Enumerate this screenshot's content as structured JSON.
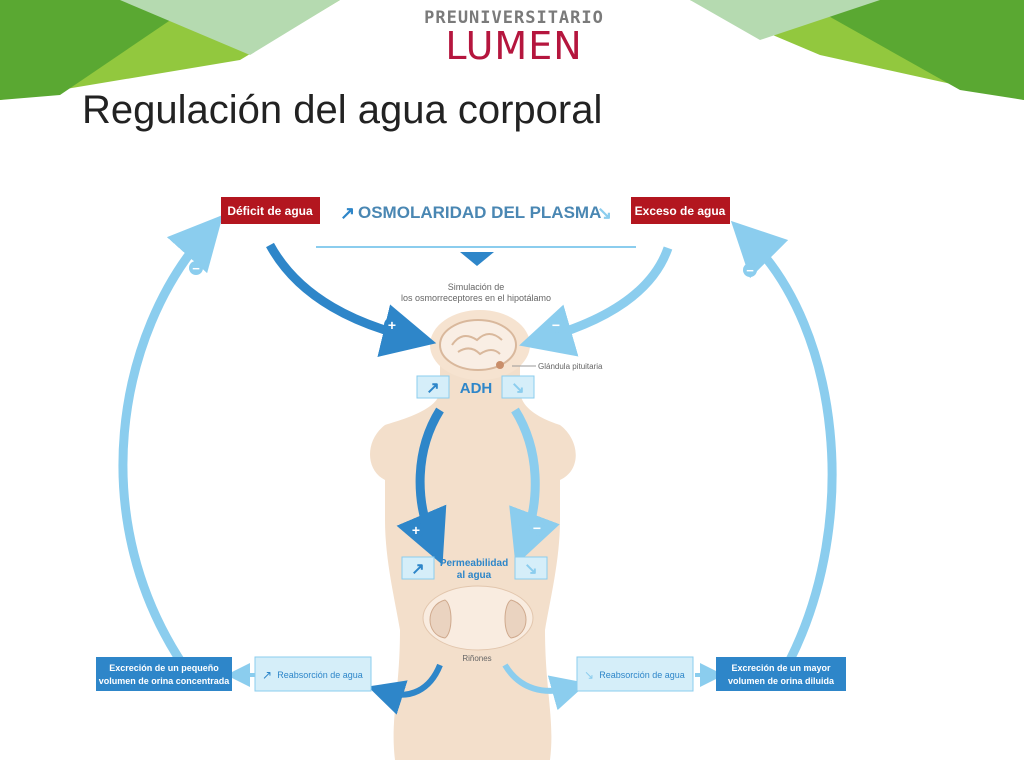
{
  "logo": {
    "top_text": "PREUNIVERSITARIO",
    "main_text": "LUMEN"
  },
  "slide": {
    "title": "Regulación del agua corporal"
  },
  "colors": {
    "banner_dark": "#4a9a2a",
    "banner_light": "#92c83e",
    "banner_pale": "#b5dab0",
    "brand_red": "#b5163e",
    "deficit_box": "#b3161f",
    "dark_blue": "#2e86c9",
    "light_blue": "#8bcdee",
    "pale_blue": "#d5eef9",
    "skin": "#f3dfcb"
  },
  "diagram": {
    "deficit": "Déficit de agua",
    "heading": "OSMOLARIDAD DEL PLASMA",
    "exceso": "Exceso de agua",
    "sim_line1": "Simulación de",
    "sim_line2": "los osmorreceptores en el hipotálamo",
    "pituitary": "Glándula pituitaria",
    "adh": "ADH",
    "perm_line1": "Permeabilidad",
    "perm_line2": "al agua",
    "kidneys": "Riñones",
    "reab_left": "Reabsorción de agua",
    "reab_right": "Reabsorción de agua",
    "excr_left_1": "Excreción de un pequeño",
    "excr_left_2": "volumen de orina concentrada",
    "excr_right_1": "Excreción de un mayor",
    "excr_right_2": "volumen de orina diluida",
    "plus": "+",
    "minus": "−",
    "arrow_up": "↗",
    "arrow_down": "↘"
  }
}
